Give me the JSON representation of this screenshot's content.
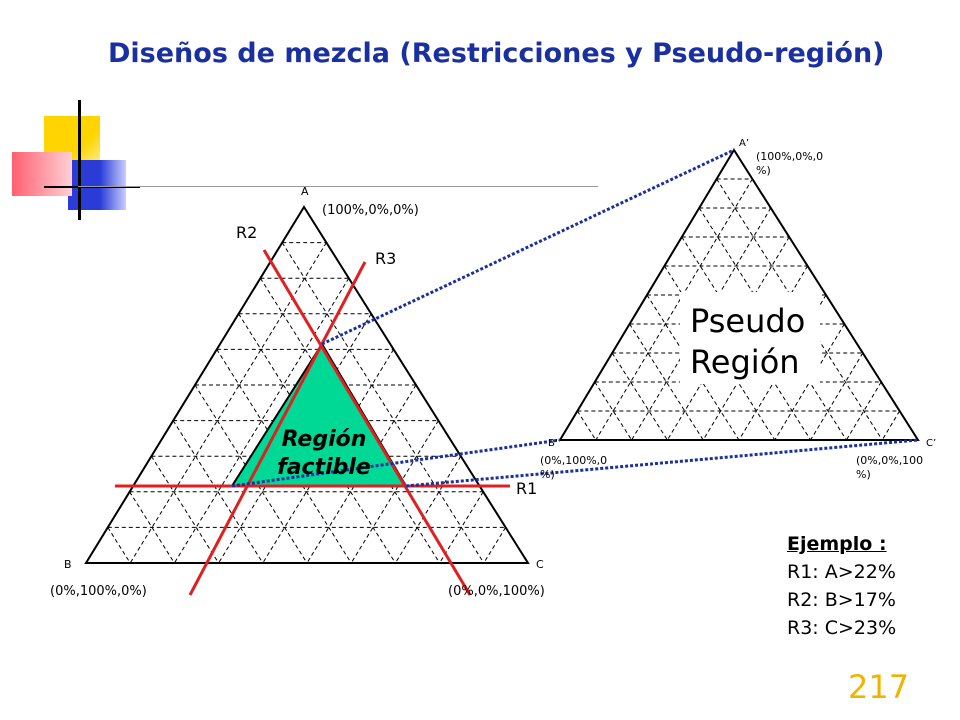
{
  "slide": {
    "title": "Diseños de mezcla (Restricciones y Pseudo-región)",
    "page_number": "217"
  },
  "left_triangle": {
    "vertex_a": "A",
    "vertex_b": "B",
    "vertex_c": "C",
    "coord_a": "(100%,0%,0%)",
    "coord_b": "(0%,100%,0%)",
    "coord_c": "(0%,0%,100%)",
    "r1": "R1",
    "r2": "R2",
    "r3": "R3",
    "region_line1": "Región",
    "region_line2": "factible",
    "region_color": "#00d896",
    "constraint_color": "#e02020"
  },
  "right_triangle": {
    "vertex_a": "A’",
    "vertex_b": "B’",
    "vertex_c": "C’",
    "coord_a_line1": "(100%,0%,0",
    "coord_a_line2": "%)",
    "coord_b_line1": "(0%,100%,0",
    "coord_b_line2": "%)",
    "coord_c_line1": "(0%,0%,100",
    "coord_c_line2": "%)",
    "label_line1": "Pseudo",
    "label_line2": "Región"
  },
  "example": {
    "heading": "Ejemplo :",
    "r1": "R1: A>22%",
    "r2": "R2: B>17%",
    "r3": "R3: C>23%"
  },
  "colors": {
    "title": "#1a2fa0",
    "connector": "#1a2fa0",
    "page_number": "#f0b400"
  }
}
